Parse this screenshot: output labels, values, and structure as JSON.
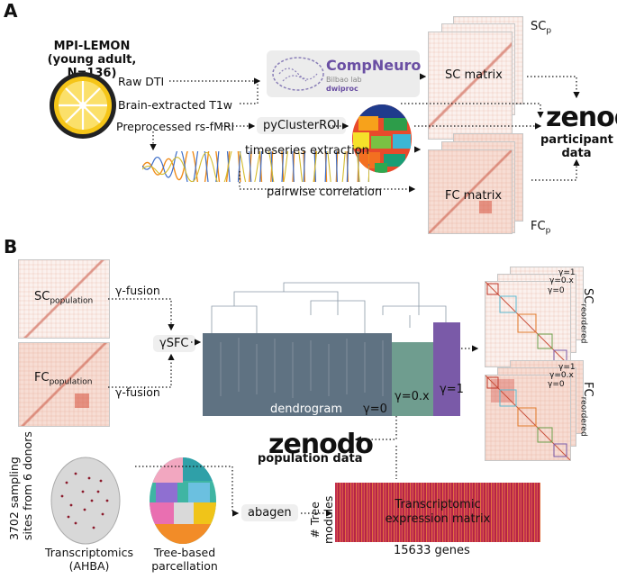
{
  "panels": {
    "a": "A",
    "b": "B"
  },
  "dataset": {
    "line1": "MPI-LEMON",
    "line2": "(young adult, N=136)"
  },
  "inputs": {
    "raw_dti": "Raw DTI",
    "t1w": "Brain-extracted T1w",
    "rsfmri": "Preprocessed rs-fMRI"
  },
  "compneuro": {
    "name": "CompNeuro",
    "lab": "Bilbao lab",
    "tool": "dwiproc"
  },
  "pycluster": "pyClusterROI",
  "timeseries": "timeseries extraction",
  "pairwise": "pairwise correlation",
  "sc_matrix": "SC matrix",
  "fc_matrix": "FC matrix",
  "sc_p": {
    "base": "SC",
    "sub": "p"
  },
  "fc_p": {
    "base": "FC",
    "sub": "p"
  },
  "zenodo_top": {
    "logo": "zenodo",
    "caption1": "participant",
    "caption2": "data"
  },
  "sc_population": {
    "base": "SC",
    "sub": "population"
  },
  "fc_population": {
    "base": "FC",
    "sub": "population"
  },
  "gamma_fusion_top": "γ-fusion",
  "gamma_fusion_bottom": "γ-fusion",
  "gsfc": "γSFC",
  "dendrogram": "dendrogram",
  "gamma_levels": {
    "g0": "γ=0",
    "g0x": "γ=0.x",
    "g1": "γ=1"
  },
  "stack_labels": {
    "g1": "γ=1",
    "g0x": "γ=0.x",
    "g0": "γ=0"
  },
  "sc_reordered": {
    "base": "SC",
    "sub": "reordered"
  },
  "fc_reordered": {
    "base": "FC",
    "sub": "reordered"
  },
  "zenodo_bottom": {
    "logo": "zenodo",
    "caption": "population data"
  },
  "sampling": {
    "line1": "3702 sampling",
    "line2": "sites from 6 donors"
  },
  "transcriptomics": {
    "line1": "Transcriptomics",
    "line2": "(AHBA)"
  },
  "parcellation": {
    "line1": "Tree-based",
    "line2": "parcellation"
  },
  "abagen": "abagen",
  "tree_modules": {
    "line1": "# Tree",
    "line2": "modules"
  },
  "expression": {
    "line1": "Transcriptomic",
    "line2": "expression matrix"
  },
  "genes": "15633 genes",
  "colors": {
    "dendro_gray": "#5f7282",
    "dendro_teal": "#6f9d8f",
    "dendro_purple": "#7a5aa8",
    "compneuro": "#6a4fa3",
    "expression": "#c2314f"
  }
}
